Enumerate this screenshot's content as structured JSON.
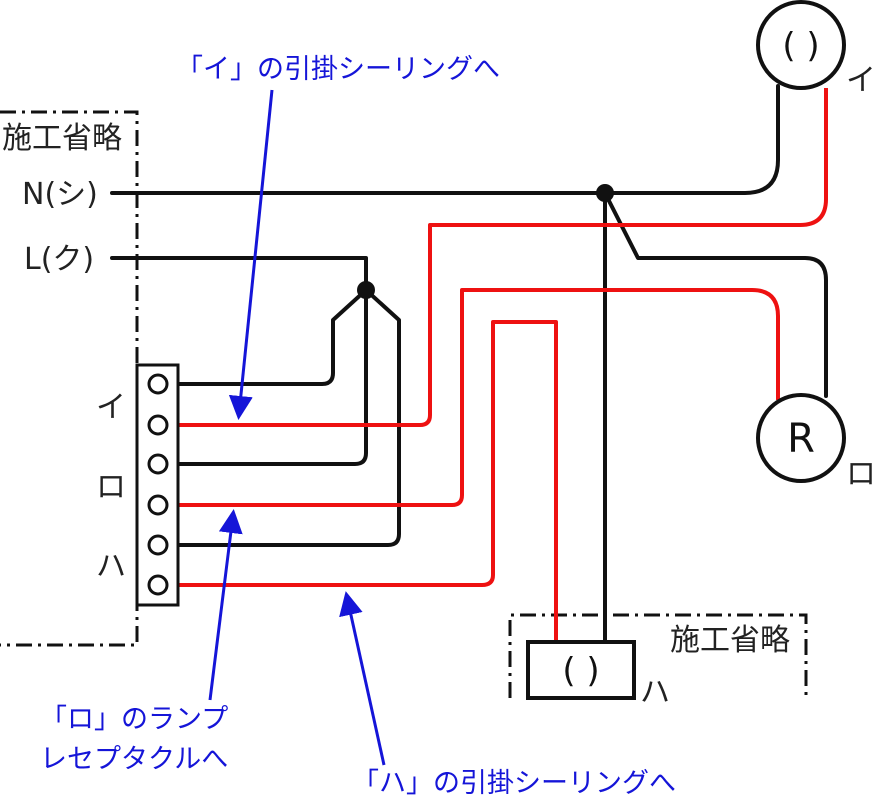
{
  "colors": {
    "wire_black": "#111111",
    "wire_red": "#ee1111",
    "annotation": "#1515d8",
    "box_border": "#111111"
  },
  "labels": {
    "omitted_left": "施工省略",
    "omitted_bottom": "施工省略",
    "neutral": "N(シ)",
    "live": "L(ク)",
    "terminal_i": "イ",
    "terminal_ro": "ロ",
    "terminal_ha": "ハ",
    "fixture_i": "イ",
    "fixture_ro": "ロ",
    "fixture_ha": "ハ",
    "ceiling_top_symbol": "( )",
    "receptacle_symbol": "R",
    "ceiling_bottom_symbol": "( )"
  },
  "annotations": {
    "to_i": "「イ」の引掛シーリングへ",
    "to_ro_line1": "「ロ」のランプ",
    "to_ro_line2": "レセプタクルへ",
    "to_ha": "「ハ」の引掛シーリングへ"
  },
  "icons": {
    "ceiling_top": "hook-ceiling-icon",
    "receptacle": "lamp-receptacle-icon",
    "ceiling_bottom": "hook-ceiling-rect-icon",
    "terminal": "terminal-screw-icon"
  }
}
